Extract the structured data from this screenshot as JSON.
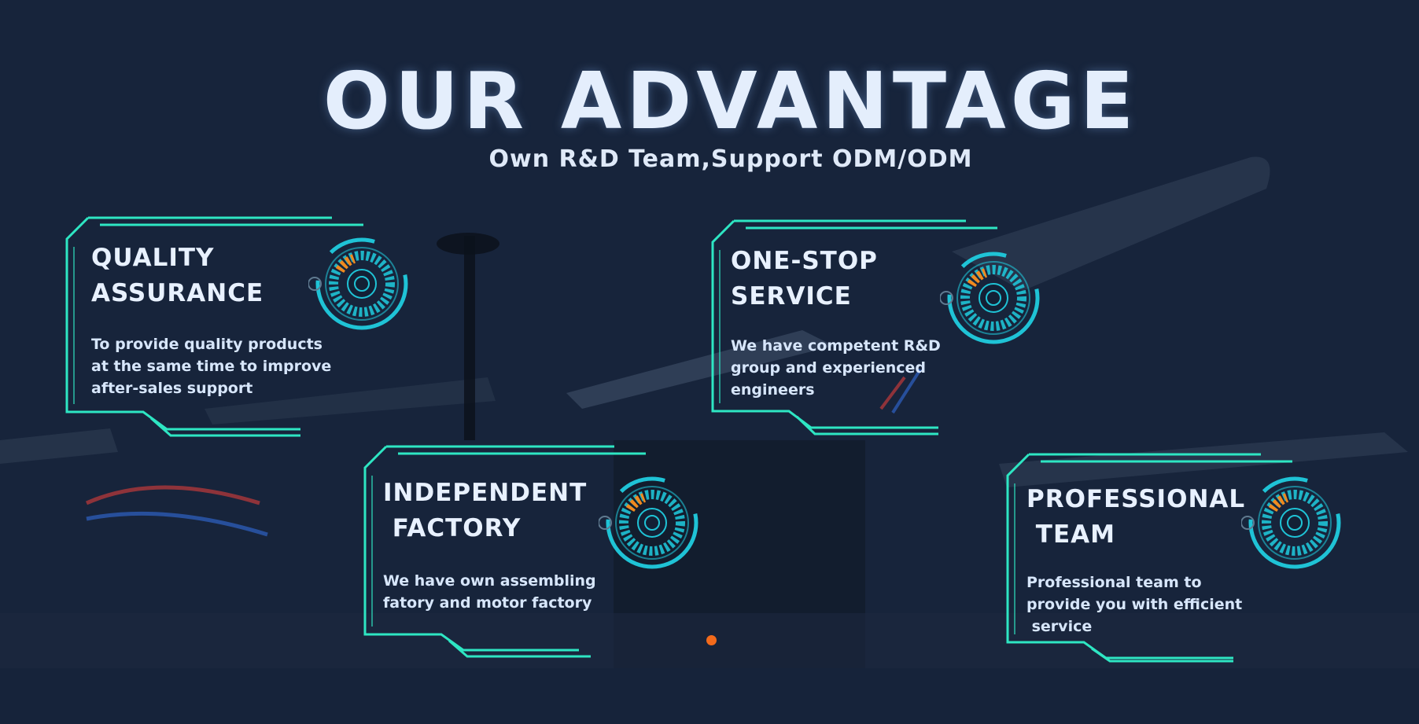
{
  "header": {
    "title": "OUR ADVANTAGE",
    "subtitle": "Own R&D Team,Support ODM/ODM"
  },
  "cards": [
    {
      "title_lines": [
        "QUALITY",
        "ASSURANCE"
      ],
      "desc_lines": [
        "To provide quality products",
        "at the same time  to improve",
        "after-sales support"
      ]
    },
    {
      "title_lines": [
        "ONE-STOP",
        "SERVICE"
      ],
      "desc_lines": [
        "We have competent R&D",
        "group and experienced",
        "engineers"
      ]
    },
    {
      "title_lines": [
        "INDEPENDENT",
        " FACTORY"
      ],
      "desc_lines": [
        "We have own assembling",
        "fatory and motor factory"
      ]
    },
    {
      "title_lines": [
        "PROFESSIONAL",
        " TEAM"
      ],
      "desc_lines": [
        "Professional team to",
        "provide you with efficient",
        " service"
      ]
    }
  ],
  "colors": {
    "accent": "#2ee6c3",
    "gauge": "#1fc3d6",
    "highlight": "#f08a1e",
    "background": "#15223a",
    "indicator": "#f26a1b"
  },
  "icons": [
    "gauge-icon",
    "pagination-dot-icon"
  ]
}
